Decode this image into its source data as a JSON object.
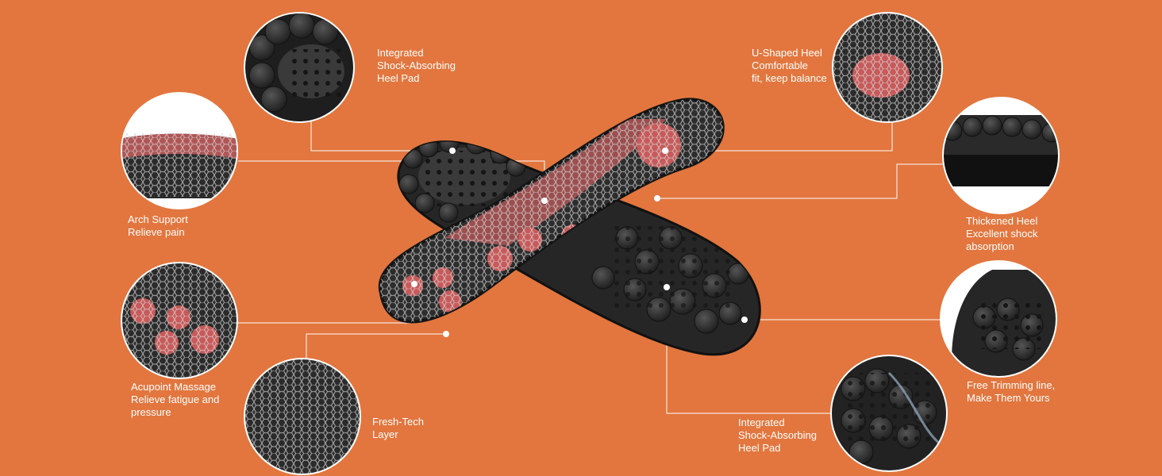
{
  "background_color": "#e2763e",
  "accent_color": "#c85a5a",
  "insole_color": "#2b2b2b",
  "features": [
    {
      "id": "heel-pad-top",
      "lines": [
        "Integrated",
        "Shock-Absorbing",
        "Heel Pad"
      ]
    },
    {
      "id": "u-shaped-heel",
      "lines": [
        "U-Shaped Heel",
        "Comfortable",
        "fit, keep balance"
      ]
    },
    {
      "id": "arch-support",
      "lines": [
        "Arch Support",
        "Relieve pain"
      ]
    },
    {
      "id": "thickened-heel",
      "lines": [
        "Thickened Heel",
        "Excellent shock",
        "absorption"
      ]
    },
    {
      "id": "acupoint-massage",
      "lines": [
        "Acupoint Massage",
        "Relieve fatigue and",
        "pressure"
      ]
    },
    {
      "id": "free-trimming",
      "lines": [
        "Free Trimming line,",
        "Make Them Yours"
      ]
    },
    {
      "id": "fresh-tech",
      "lines": [
        "Fresh-Tech",
        "Layer"
      ]
    },
    {
      "id": "heel-pad-bottom",
      "lines": [
        "Integrated",
        "Shock-Absorbing",
        "Heel Pad"
      ]
    }
  ]
}
